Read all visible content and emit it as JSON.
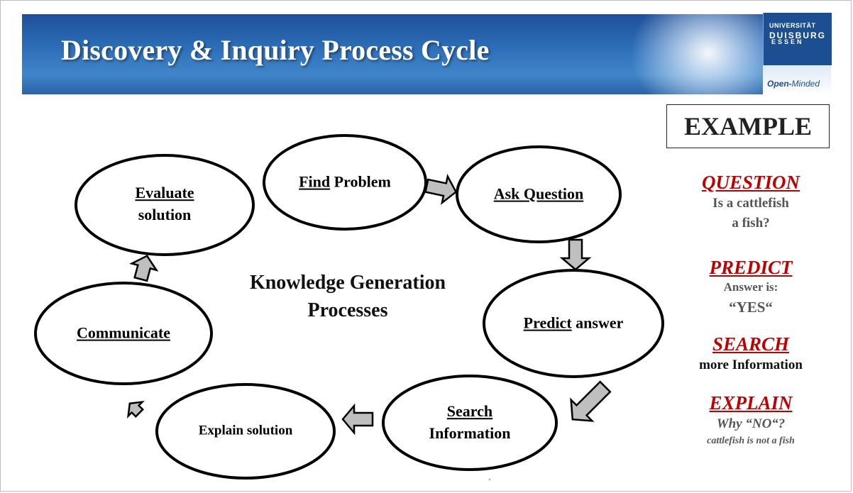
{
  "header": {
    "title": "Discovery & Inquiry Process Cycle",
    "logo": {
      "line1": "UNIVERSITÄT",
      "line2": "DUISBURG",
      "line3": "ESSEN",
      "tag_bold": "Open-",
      "tag_rest": "Minded"
    }
  },
  "diagram": {
    "center": [
      "Knowledge Generation",
      "Processes"
    ],
    "nodes": {
      "find": {
        "underlined": "Find",
        "rest": " Problem"
      },
      "ask": {
        "underlined": "Ask Question"
      },
      "predict": {
        "underlined": "Predict",
        "rest": " answer"
      },
      "search": {
        "line1": "Search",
        "line2": "Information"
      },
      "explain": {
        "text": "Explain solution"
      },
      "communicate": {
        "underlined": "Communicate"
      },
      "evaluate": {
        "line1": "Evaluate",
        "line2": "solution"
      }
    }
  },
  "example": {
    "title": "EXAMPLE",
    "question": {
      "head": "QUESTION",
      "lines": [
        "Is a cattlefish",
        "a fish?"
      ]
    },
    "predict": {
      "head": "PREDICT",
      "lines": [
        "Answer is:",
        "“YES“"
      ]
    },
    "search": {
      "head": "SEARCH",
      "lines": [
        "more Information"
      ]
    },
    "explain": {
      "head": "EXPLAIN",
      "lines": [
        "Why “NO“?",
        "cattlefish is not a fish"
      ]
    }
  },
  "colors": {
    "accent_red": "#c00000",
    "arrow_fill": "#bfbfbf",
    "banner_blue": "#2f70bb"
  }
}
